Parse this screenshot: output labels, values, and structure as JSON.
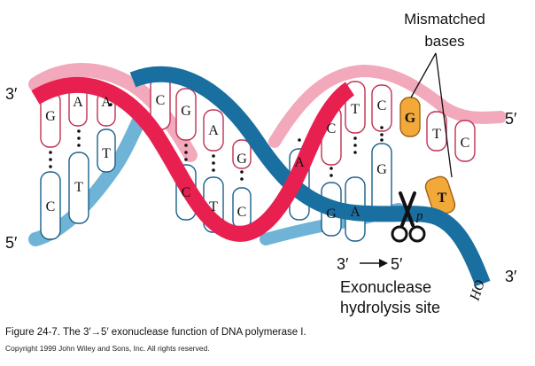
{
  "figure": {
    "caption": "Figure 24-7.  The 3′→5′ exonuclease function of DNA polymerase I.",
    "copyright": "Copyright 1999 John Wiley and Sons, Inc. All rights reserved."
  },
  "strand_ends": {
    "upper_left": "3′",
    "lower_left": "5′",
    "upper_right": "5′",
    "lower_right": "3′"
  },
  "bases": {
    "top_row": [
      "G",
      "A",
      "A",
      "C",
      "G",
      "A",
      "G",
      "C",
      "T",
      "C",
      "G",
      "T",
      "C"
    ],
    "bottom_row": [
      "C",
      "T",
      "T",
      "C",
      "T",
      "C",
      "A",
      "G",
      "A",
      "G",
      "T"
    ]
  },
  "labels": {
    "mismatch_line1": "Mismatched",
    "mismatch_line2": "bases",
    "direction_from": "3′",
    "direction_to": "5′",
    "site_line1": "Exonuclease",
    "site_line2": "hydrolysis site",
    "phosphate": "p",
    "hydroxyl": "HO"
  },
  "colors": {
    "red_strand": "#e8204f",
    "blue_strand": "#1a6fa1",
    "pink_strand": "#f3a9bc",
    "light_blue_strand": "#6fb3d6",
    "mismatch_base": "#f2a93a"
  }
}
